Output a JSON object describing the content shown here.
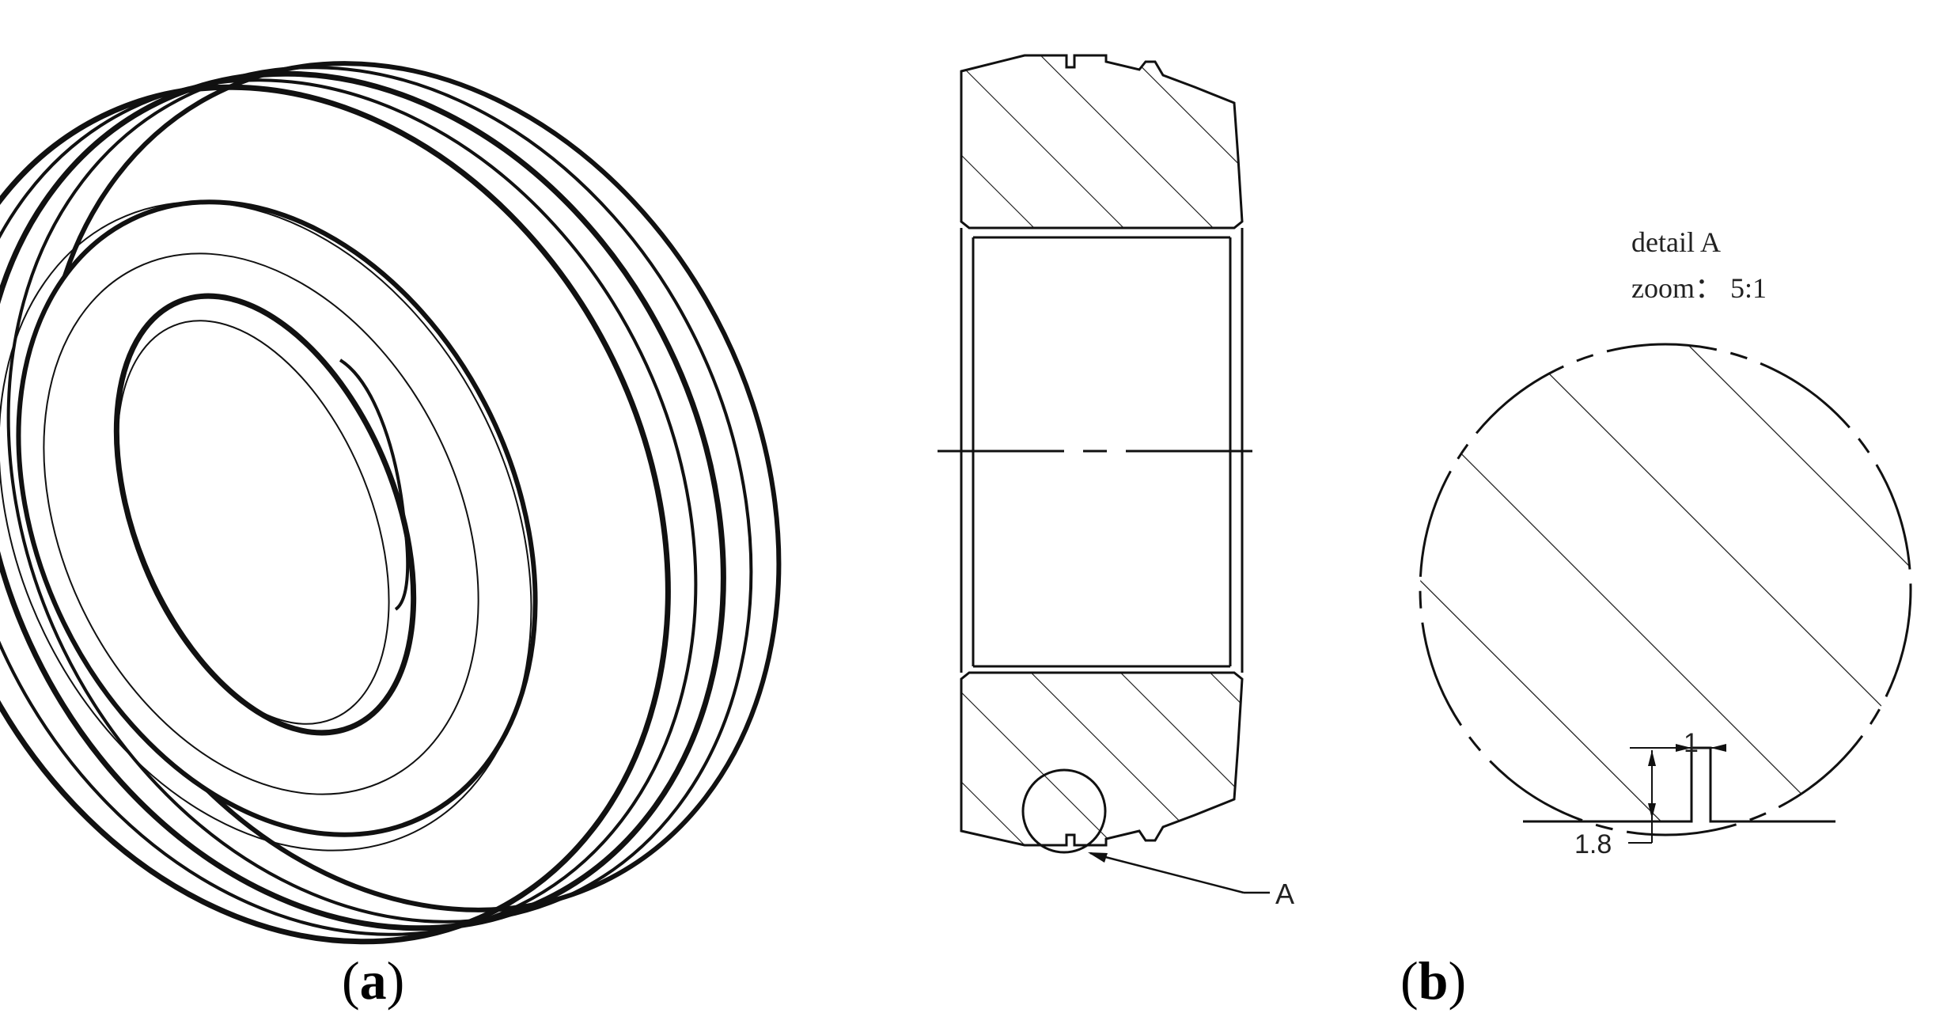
{
  "panel_a": {
    "caption_open": "(",
    "caption_letter": "a",
    "caption_close": ")"
  },
  "panel_b": {
    "caption_open": "(",
    "caption_letter": "b",
    "caption_close": ")",
    "callout_label": "A",
    "detail_title": "detail A",
    "detail_zoom": "zoom： 5:1",
    "dim_width": "1",
    "dim_depth": "1.8"
  }
}
